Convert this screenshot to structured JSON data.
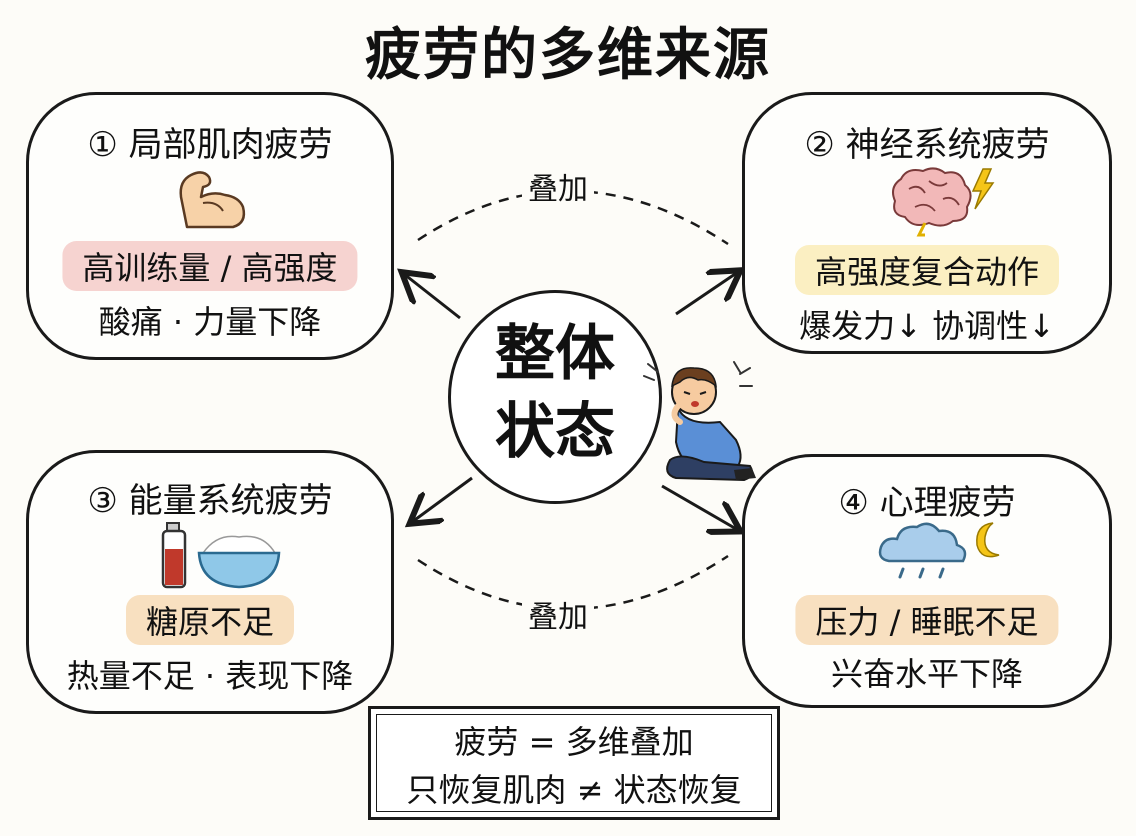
{
  "title": "疲劳的多维来源",
  "center": {
    "line1": "整体",
    "line2": "状态"
  },
  "overlap_label_top": "叠加",
  "overlap_label_bottom": "叠加",
  "cards": [
    {
      "title": "① 局部肌肉疲劳",
      "highlight": "高训练量 / 高强度",
      "sub": "酸痛 · 力量下降",
      "icon": "flexed-arm-icon",
      "highlight_color": "#f6d3d0"
    },
    {
      "title": "② 神经系统疲劳",
      "highlight": "高强度复合动作",
      "sub": "爆发力↓ 协调性↓",
      "icon": "brain-lightning-icon",
      "highlight_color": "#fbefc2"
    },
    {
      "title": "③ 能量系统疲劳",
      "highlight": "糖原不足",
      "sub": "热量不足 · 表现下降",
      "icon": "drink-and-rice-bowl-icon",
      "highlight_color": "#f8e0c0"
    },
    {
      "title": "④ 心理疲劳",
      "highlight": "压力 / 睡眠不足",
      "sub": "兴奋水平下降",
      "icon": "rain-cloud-moon-icon",
      "highlight_color": "#f8e0c0"
    }
  ],
  "summary": {
    "line1": "疲劳 = 多维叠加",
    "line2": "只恢复肌肉 ≠ 状态恢复"
  }
}
